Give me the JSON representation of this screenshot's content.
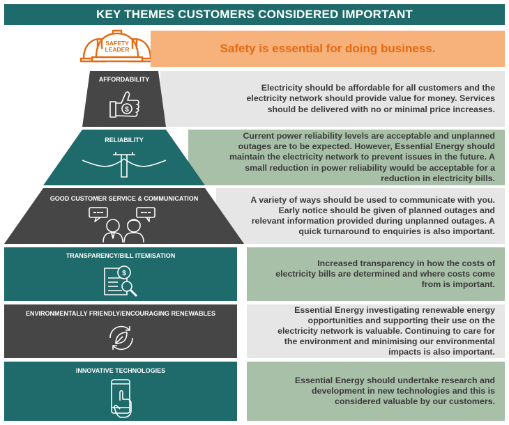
{
  "title": "KEY THEMES CUSTOMERS CONSIDERED IMPORTANT",
  "safety": {
    "badge": "SAFETY LEADER",
    "statement": "Safety is essential for doing business."
  },
  "themes": [
    {
      "title": "AFFORDABILITY",
      "icon": "thumbs-up-dollar-icon",
      "description": "Electricity should be affordable for all customers and the electricity network should provide value for money. Services should be delivered with no or minimal price increases."
    },
    {
      "title": "RELIABILITY",
      "icon": "power-pole-icon",
      "description": "Current power reliability levels are acceptable and unplanned outages are to be expected. However, Essential Energy should maintain the electricity network to prevent issues in the future. A small reduction in power reliability would be acceptable for a reduction in electricity bills."
    },
    {
      "title": "GOOD CUSTOMER SERVICE & COMMUNICATION",
      "icon": "people-talking-icon",
      "description": "A variety of ways should be used to communicate with you. Early notice should be given of planned outages and relevant information provided during unplanned outages. A quick turnaround to enquiries is also important."
    },
    {
      "title": "TRANSPARENCY/BILL ITEMISATION",
      "icon": "bill-magnifier-icon",
      "description": "Increased transparency in how the costs of electricity bills are determined and where costs come from is important."
    },
    {
      "title": "ENVIRONMENTALLY FRIENDLY/ENCOURAGING RENEWABLES",
      "icon": "recycle-leaf-icon",
      "description": "Essential Energy investigating renewable energy opportunities and supporting their use on the electricity network is valuable. Continuing to care for the environment and minimising our environmental impacts is also important."
    },
    {
      "title": "INNOVATIVE TECHNOLOGIES",
      "icon": "touch-phone-icon",
      "description": "Essential Energy should undertake research and development in new technologies and this is considered valuable by our customers."
    }
  ],
  "colors": {
    "teal": "#1f6a6a",
    "dark": "#464646",
    "orange": "#e36a12",
    "peach": "#f7b17a",
    "grey_panel": "#e6e6e6",
    "green_panel": "#a8c0a8"
  }
}
